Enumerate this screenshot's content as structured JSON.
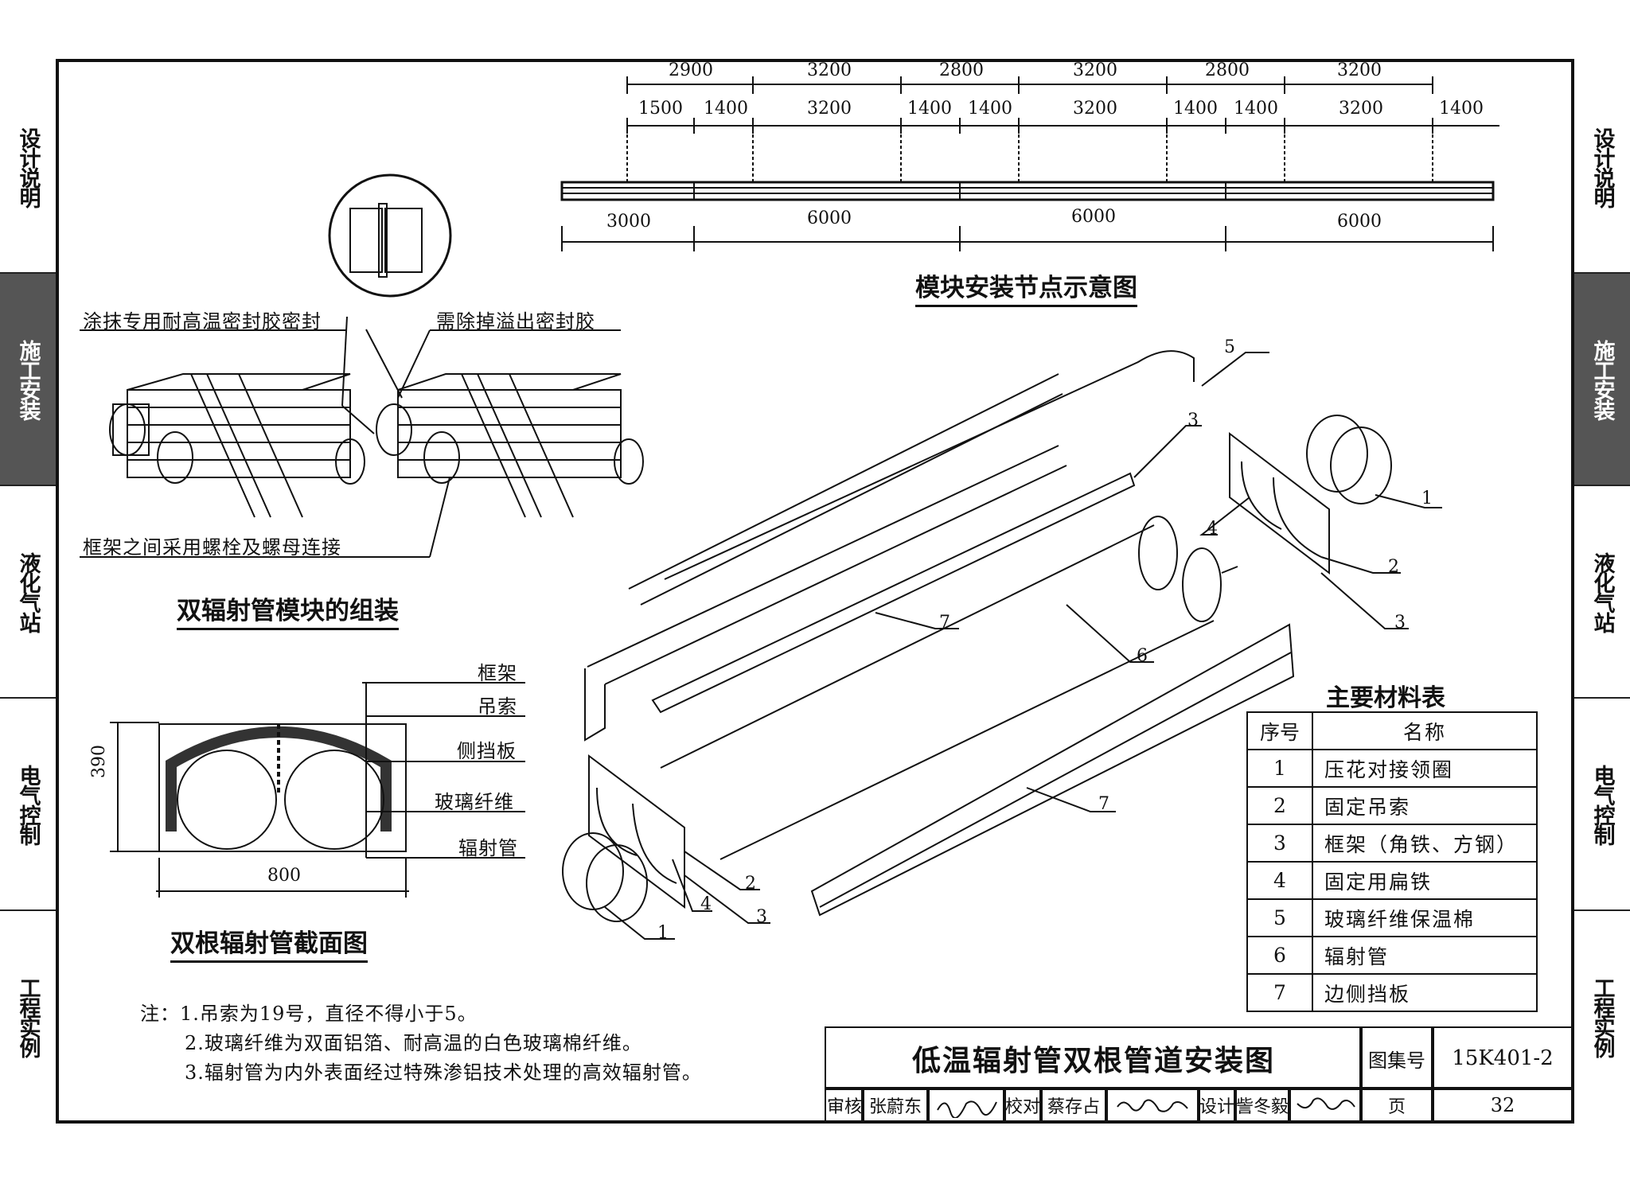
{
  "side_tabs": {
    "left": [
      "设计说明",
      "施工安装",
      "液化气站",
      "电气控制",
      "工程实例"
    ],
    "right": [
      "设计说明",
      "施工安装",
      "液化气站",
      "电气控制",
      "工程实例"
    ],
    "active": "施工安装"
  },
  "top_diagram": {
    "title": "模块安装节点示意图",
    "top_row": [
      "2900",
      "3200",
      "2800",
      "3200",
      "2800",
      "3200"
    ],
    "second_row": [
      "1500",
      "1400",
      "3200",
      "1400",
      "1400",
      "3200",
      "1400",
      "1400",
      "3200",
      "1400"
    ],
    "bottom_row": [
      "3000",
      "6000",
      "6000",
      "6000"
    ]
  },
  "assembly_diagram": {
    "title": "双辐射管模块的组装",
    "label_seal": "涂抹专用耐高温密封胶密封",
    "label_remove": "需除掉溢出密封胶",
    "label_bolts": "框架之间采用螺栓及螺母连接"
  },
  "section_diagram": {
    "title": "双根辐射管截面图",
    "height_dim": "390",
    "width_dim": "800",
    "labels": [
      "框架",
      "吊索",
      "侧挡板",
      "玻璃纤维",
      "辐射管"
    ]
  },
  "exploded_callouts": {
    "top": [
      "5",
      "3",
      "1",
      "4",
      "2",
      "3",
      "7",
      "6",
      "7"
    ],
    "bottom": [
      "2",
      "4",
      "3",
      "1"
    ]
  },
  "materials_table": {
    "title": "主要材料表",
    "headers": [
      "序号",
      "名称"
    ],
    "rows": [
      {
        "no": "1",
        "name": "压花对接领圈"
      },
      {
        "no": "2",
        "name": "固定吊索"
      },
      {
        "no": "3",
        "name": "框架（角铁、方钢）"
      },
      {
        "no": "4",
        "name": "固定用扁铁"
      },
      {
        "no": "5",
        "name": "玻璃纤维保温棉"
      },
      {
        "no": "6",
        "name": "辐射管"
      },
      {
        "no": "7",
        "name": "边侧挡板"
      }
    ]
  },
  "notes": {
    "prefix": "注：",
    "items": [
      "1.吊索为19号，直径不得小于5。",
      "2.玻璃纤维为双面铝箔、耐高温的白色玻璃棉纤维。",
      "3.辐射管为内外表面经过特殊渗铝技术处理的高效辐射管。"
    ]
  },
  "title_block": {
    "drawing_title": "低温辐射管双根管道安装图",
    "atlas_label": "图集号",
    "atlas_no": "15K401-2",
    "review_label": "审核",
    "reviewer": "张蔚东",
    "check_label": "校对",
    "checker": "蔡存占",
    "design_label": "设计",
    "designer": "訾冬毅",
    "page_label": "页",
    "page_no": "32"
  }
}
